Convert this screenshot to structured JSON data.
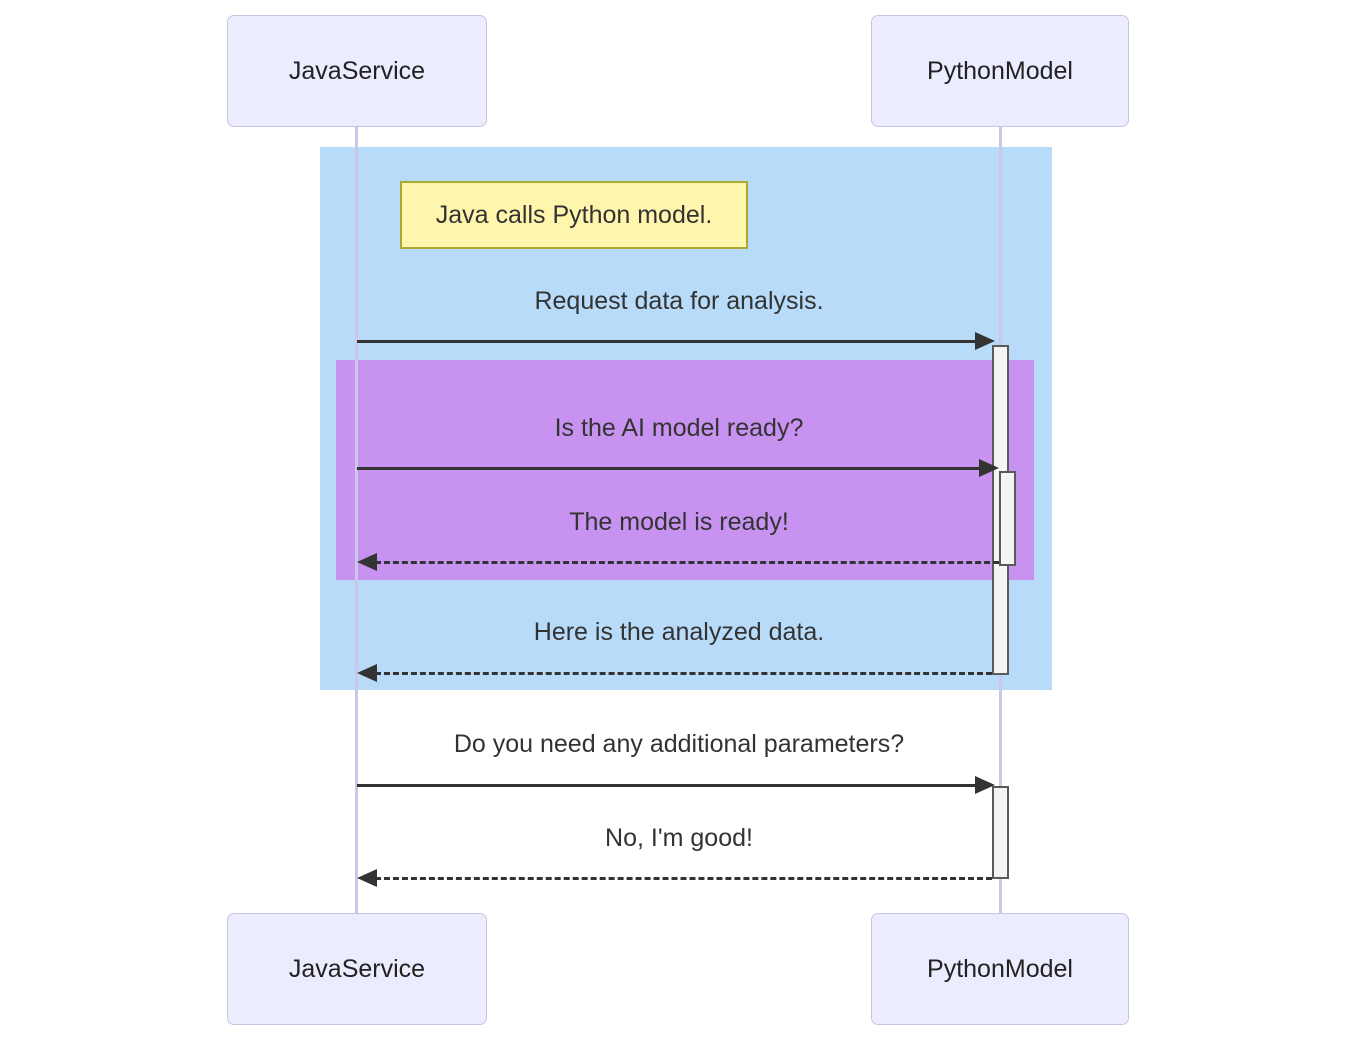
{
  "diagram_type": "sequence",
  "actors": [
    {
      "name": "JavaService"
    },
    {
      "name": "PythonModel"
    }
  ],
  "note": {
    "text": "Java calls Python model."
  },
  "messages": [
    {
      "text": "Request data for analysis.",
      "from": "JavaService",
      "to": "PythonModel",
      "line": "solid"
    },
    {
      "text": "Is the AI model ready?",
      "from": "JavaService",
      "to": "PythonModel",
      "line": "solid"
    },
    {
      "text": "The model is ready!",
      "from": "PythonModel",
      "to": "JavaService",
      "line": "dashed"
    },
    {
      "text": "Here is the analyzed data.",
      "from": "PythonModel",
      "to": "JavaService",
      "line": "dashed"
    },
    {
      "text": "Do you need any additional parameters?",
      "from": "JavaService",
      "to": "PythonModel",
      "line": "solid"
    },
    {
      "text": "No, I'm good!",
      "from": "PythonModel",
      "to": "JavaService",
      "line": "dashed"
    }
  ],
  "colors": {
    "background": "#FFFFFF",
    "outer_rect": "#B7DBF8",
    "inner_rect": "#C892F0",
    "note_bg": "#FFF5AD",
    "note_border": "#AAAA33",
    "actor_bg": "#ECECFF",
    "actor_border": "#C8C4E4",
    "lifeline": "#CCC7EA",
    "arrow": "#333333",
    "text": "#333333",
    "activation_bg": "#F4F4F4",
    "activation_border": "#5A5A5A"
  }
}
